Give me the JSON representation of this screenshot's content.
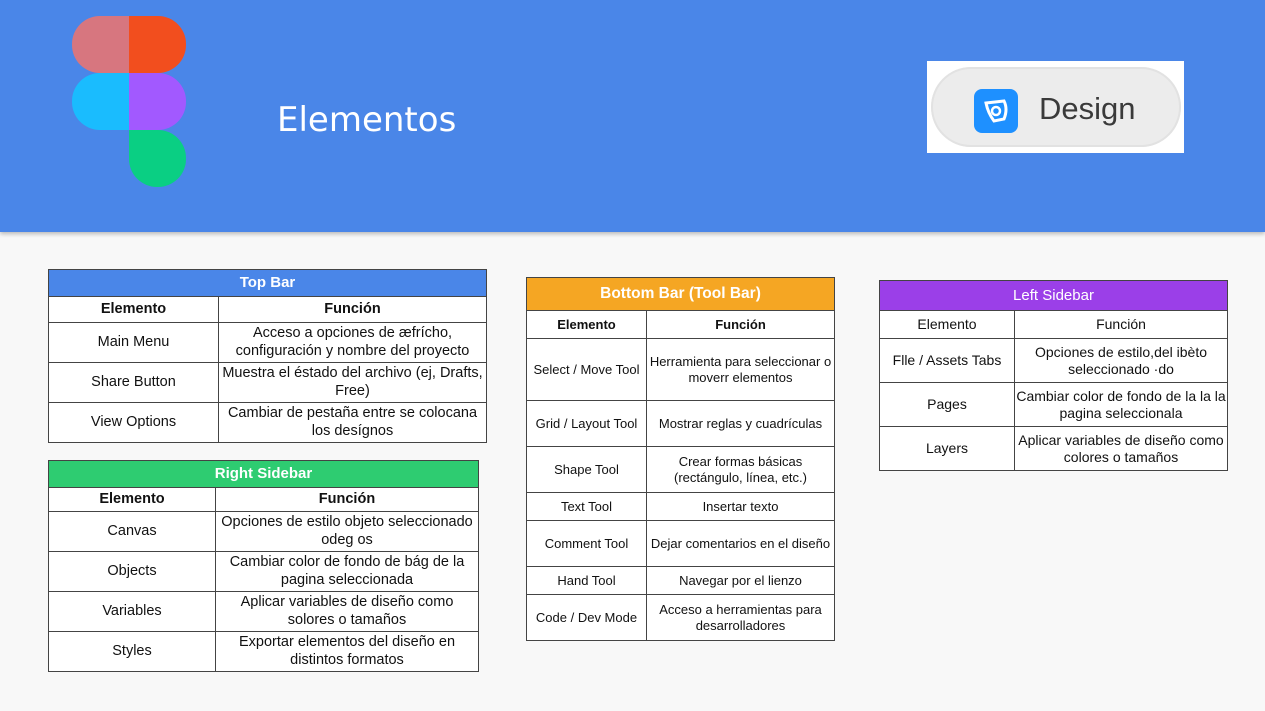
{
  "header": {
    "title": "Elementos",
    "design_label": "Design",
    "background_color": "#4a86e8"
  },
  "top_bar": {
    "title": "Top Bar",
    "col_element": "Elemento",
    "col_function": "Función",
    "rows": [
      {
        "element": "Main Menu",
        "function": "Acceso a opciones de æfrícho, configuración y nombre del proyecto"
      },
      {
        "element": "Share Button",
        "function": "Muestra el éstado del archivo (ej, Drafts, Free)"
      },
      {
        "element": "View Options",
        "function": "Cambiar de pestaña entre se colocana los desígnos"
      }
    ]
  },
  "right_sidebar": {
    "title": "Right Sidebar",
    "col_element": "Elemento",
    "col_function": "Función",
    "rows": [
      {
        "element": "Canvas",
        "function": "Opciones de estilo objeto seleccionado odeg os"
      },
      {
        "element": "Objects",
        "function": "Cambiar color de fondo de bág de la pagina seleccionada"
      },
      {
        "element": "Variables",
        "function": "Aplicar variables de diseño como solores o tamaños"
      },
      {
        "element": "Styles",
        "function": "Exportar elementos del diseño en distintos formatos"
      }
    ]
  },
  "bottom_bar": {
    "title": "Bottom Bar (Tool Bar)",
    "col_element": "Elemento",
    "col_function": "Función",
    "rows": [
      {
        "element": "Select / Move Tool",
        "function": "Herramienta para seleccionar o moverr elementos"
      },
      {
        "element": "Grid / Layout Tool",
        "function": "Mostrar reglas y cuadrículas"
      },
      {
        "element": "Shape Tool",
        "function": "Crear formas básicas (rectángulo, línea, etc.)"
      },
      {
        "element": "Text Tool",
        "function": "Insertar texto"
      },
      {
        "element": "Comment Tool",
        "function": "Dejar comentarios en el diseño"
      },
      {
        "element": "Hand Tool",
        "function": "Navegar por el lienzo"
      },
      {
        "element": "Code / Dev Mode",
        "function": "Acceso a herramientas para desarrolladores"
      }
    ]
  },
  "left_sidebar": {
    "title": "Left Sidebar",
    "col_element": "Elemento",
    "col_function": "Función",
    "rows": [
      {
        "element": "Flle / Assets Tabs",
        "function": "Opciones de estilo,del ibèto seleccionado ·do"
      },
      {
        "element": "Pages",
        "function": "Cambiar color de fondo de la la la pagina seleccionala"
      },
      {
        "element": "Layers",
        "function": "Aplicar variables de diseño como colores o tamaños"
      }
    ]
  }
}
